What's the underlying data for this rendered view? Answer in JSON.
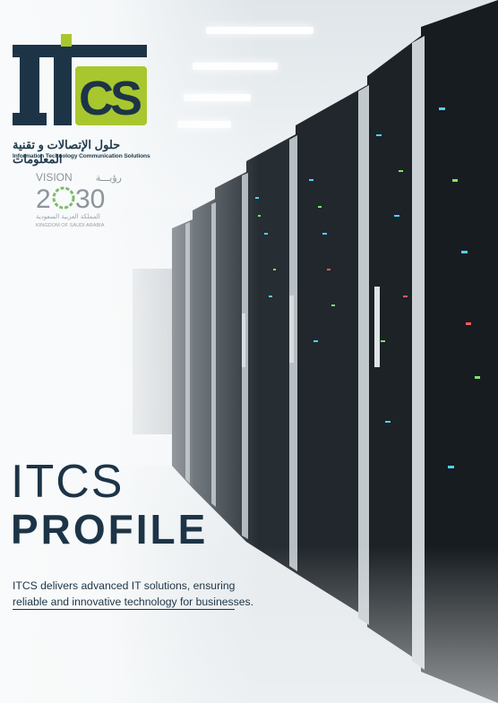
{
  "brand": {
    "logo_text": "ITCS",
    "arabic_name": "حلول الإتصالات و تقنية المعلومات",
    "english_name": "Information Technology Communication Solutions",
    "colors": {
      "navy": "#1d3447",
      "lime": "#a8c72e"
    }
  },
  "vision": {
    "label_en": "VISION",
    "label_ar": "رؤيـــة",
    "year_a": "2",
    "year_b": "30",
    "kingdom_ar": "المملكة العربية السعودية",
    "kingdom_en": "KINGDOM OF SAUDI ARABIA"
  },
  "title": {
    "line1": "ITCS",
    "line2": "PROFILE"
  },
  "description": {
    "line1": "ITCS delivers advanced IT solutions, ensuring",
    "line2": "reliable and innovative technology for businesses."
  }
}
